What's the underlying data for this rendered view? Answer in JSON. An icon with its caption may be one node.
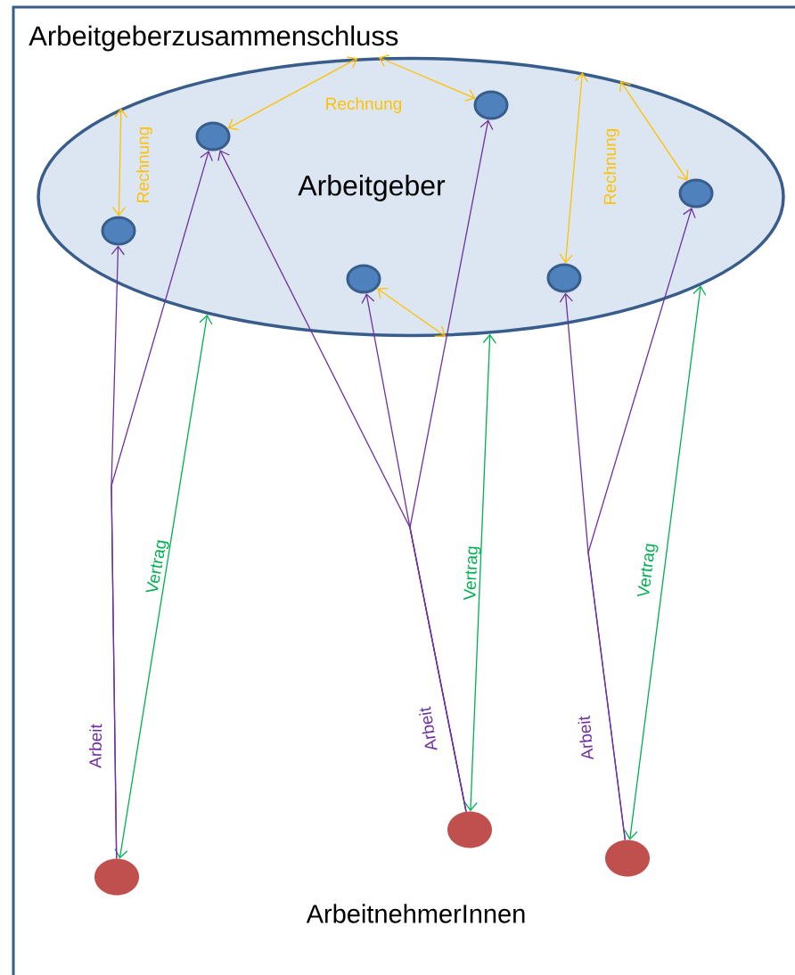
{
  "diagram": {
    "nodes": [
      {
        "text": [
          "Arbeitgeberzusammenschluss"
        ]
      },
      {
        "text": [
          "Arbeitgeber"
        ],
        "in": 0
      },
      {
        "text": [],
        "shape": "circle",
        "in": 1
      },
      {
        "text": [],
        "shape": "circle",
        "in": 1
      },
      {
        "text": [],
        "shape": "circle",
        "in": 1
      },
      {
        "text": [],
        "shape": "circle",
        "in": 1
      },
      {
        "text": [],
        "shape": "circle",
        "in": 1
      },
      {
        "text": [],
        "shape": "circle",
        "in": 1
      },
      {
        "text": [],
        "shape": "circle",
        "in": 0
      },
      {
        "text": [],
        "shape": "circle",
        "in": 0
      },
      {
        "text": [],
        "shape": "circle",
        "in": 0
      }
    ],
    "edges": [
      {
        "from": 2,
        "to": 1,
        "arrow": "both",
        "label": "Rechnung",
        "color": "#ffc000"
      },
      {
        "from": 3,
        "to": 1,
        "arrow": "both",
        "label": "Rechnung",
        "color": "#ffc000"
      },
      {
        "from": 1,
        "to": 4,
        "arrow": "both",
        "color": "#ffc000"
      },
      {
        "from": 5,
        "to": 1,
        "arrow": "both",
        "color": "#ffc000"
      },
      {
        "from": 6,
        "to": 1,
        "arrow": "both",
        "label": "Rechnung",
        "color": "#ffc000"
      },
      {
        "from": 7,
        "to": 1,
        "arrow": "both",
        "color": "#ffc000"
      },
      {
        "from": 8,
        "to": 1,
        "arrow": "both",
        "label": "Vertrag",
        "color": "#00b050"
      },
      {
        "from": 9,
        "to": 1,
        "arrow": "both",
        "label": "Vertrag",
        "color": "#00b050"
      },
      {
        "from": 10,
        "to": 1,
        "arrow": "both",
        "label": "Vertrag",
        "color": "#00b050"
      },
      {
        "from": 8,
        "to": 2,
        "arrow": "to",
        "label": "Arbeit"
      },
      {
        "from": 8,
        "to": 3,
        "arrow": "to"
      },
      {
        "from": 9,
        "to": 3,
        "arrow": "to",
        "label": "Arbeit"
      },
      {
        "from": 9,
        "to": 5,
        "arrow": "to"
      },
      {
        "from": 9,
        "to": 4,
        "arrow": "to"
      },
      {
        "from": 10,
        "to": 6,
        "arrow": "to",
        "label": "Arbeit"
      },
      {
        "from": 10,
        "to": 7,
        "arrow": "to"
      }
    ],
    "labels": [
      "ArbeitnehmerInnen"
    ]
  }
}
